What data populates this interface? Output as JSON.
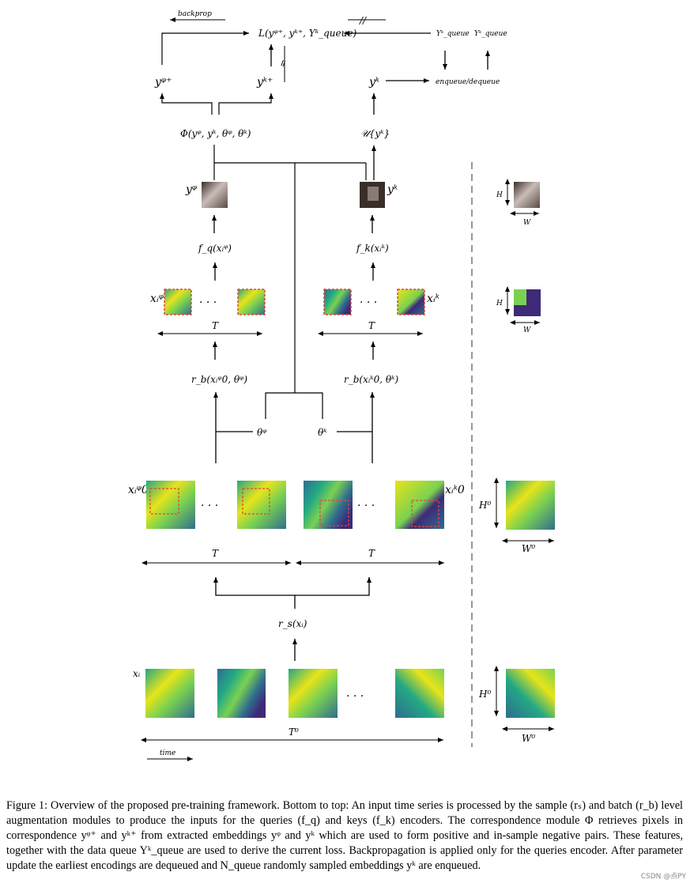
{
  "diagram": {
    "top": {
      "backprop": "backprop",
      "loss": "L(yᵠ⁺, yᵏ⁺, Yᵏ_queue)",
      "no_grad_mark": "//",
      "no_grad_mark_vertical": "=",
      "y_queue_left": "Yᵏ_queue",
      "y_queue_right": "Yᵏ_queue",
      "y_q_plus": "yᵠ⁺",
      "y_k_plus": "yᵏ⁺",
      "y_k": "yᵏ",
      "enqueue": "enqueue/dequeue",
      "phi": "Φ(yᵠ, yᵏ, θᵠ, θᵏ)",
      "sampling": "𝒰{yᵏ}"
    },
    "encoders": {
      "y_q": "yᵠ",
      "y_k": "yᵏ",
      "f_q": "f_q(xᵢᵠ)",
      "f_k": "f_k(xᵢᵏ)",
      "x_q": "xᵢᵠ",
      "x_k": "xᵢᵏ",
      "dots": "· · ·",
      "T_left": "T",
      "T_right": "T",
      "r_b_q": "r_b(xᵢᵠ0, θᵠ)",
      "r_b_k": "r_b(xᵢᵏ0, θᵏ)",
      "theta_q": "θᵠ",
      "theta_k": "θᵏ"
    },
    "samples": {
      "x_q0": "xᵢᵠ0",
      "x_k0": "xᵢᵏ0",
      "dots": "· · ·",
      "T_left": "T",
      "T_right": "T",
      "r_s": "r_s(xᵢ)",
      "x_i": "xᵢ",
      "T0": "T⁰",
      "time": "time"
    },
    "sizes": {
      "H_emb": "H",
      "W_emb": "W",
      "H_crop": "H",
      "W_crop": "W",
      "H0_mid": "H⁰",
      "W0_mid": "W⁰",
      "H0_bot": "H⁰",
      "W0_bot": "W⁰"
    }
  },
  "colors": {
    "embedding_dark": "#3a2e2a",
    "embedding_light": "#c9bcb6",
    "viridis_purple": "#3e2a78",
    "viridis_blue": "#2f6d8e",
    "viridis_teal": "#22a884",
    "viridis_green": "#7ad151",
    "viridis_yellow": "#e8e419",
    "crop_dash": "#e0473a"
  },
  "caption": {
    "text": "Figure 1: Overview of the proposed pre-training framework. Bottom to top: An input time series is processed by the sample (rₛ) and batch (r_b) level augmentation modules to produce the inputs for the queries (f_q) and keys (f_k) encoders. The correspondence module Φ retrieves pixels in correspondence yᵠ⁺ and yᵏ⁺ from extracted embeddings yᵠ and yᵏ which are used to form positive and in-sample negative pairs. These features, together with the data queue Yᵏ_queue are used to derive the current loss. Backpropagation is applied only for the queries encoder. After parameter update the earliest encodings are dequeued and N_queue randomly sampled embeddings yᵏ are enqueued."
  },
  "watermark": "CSDN @点PY"
}
